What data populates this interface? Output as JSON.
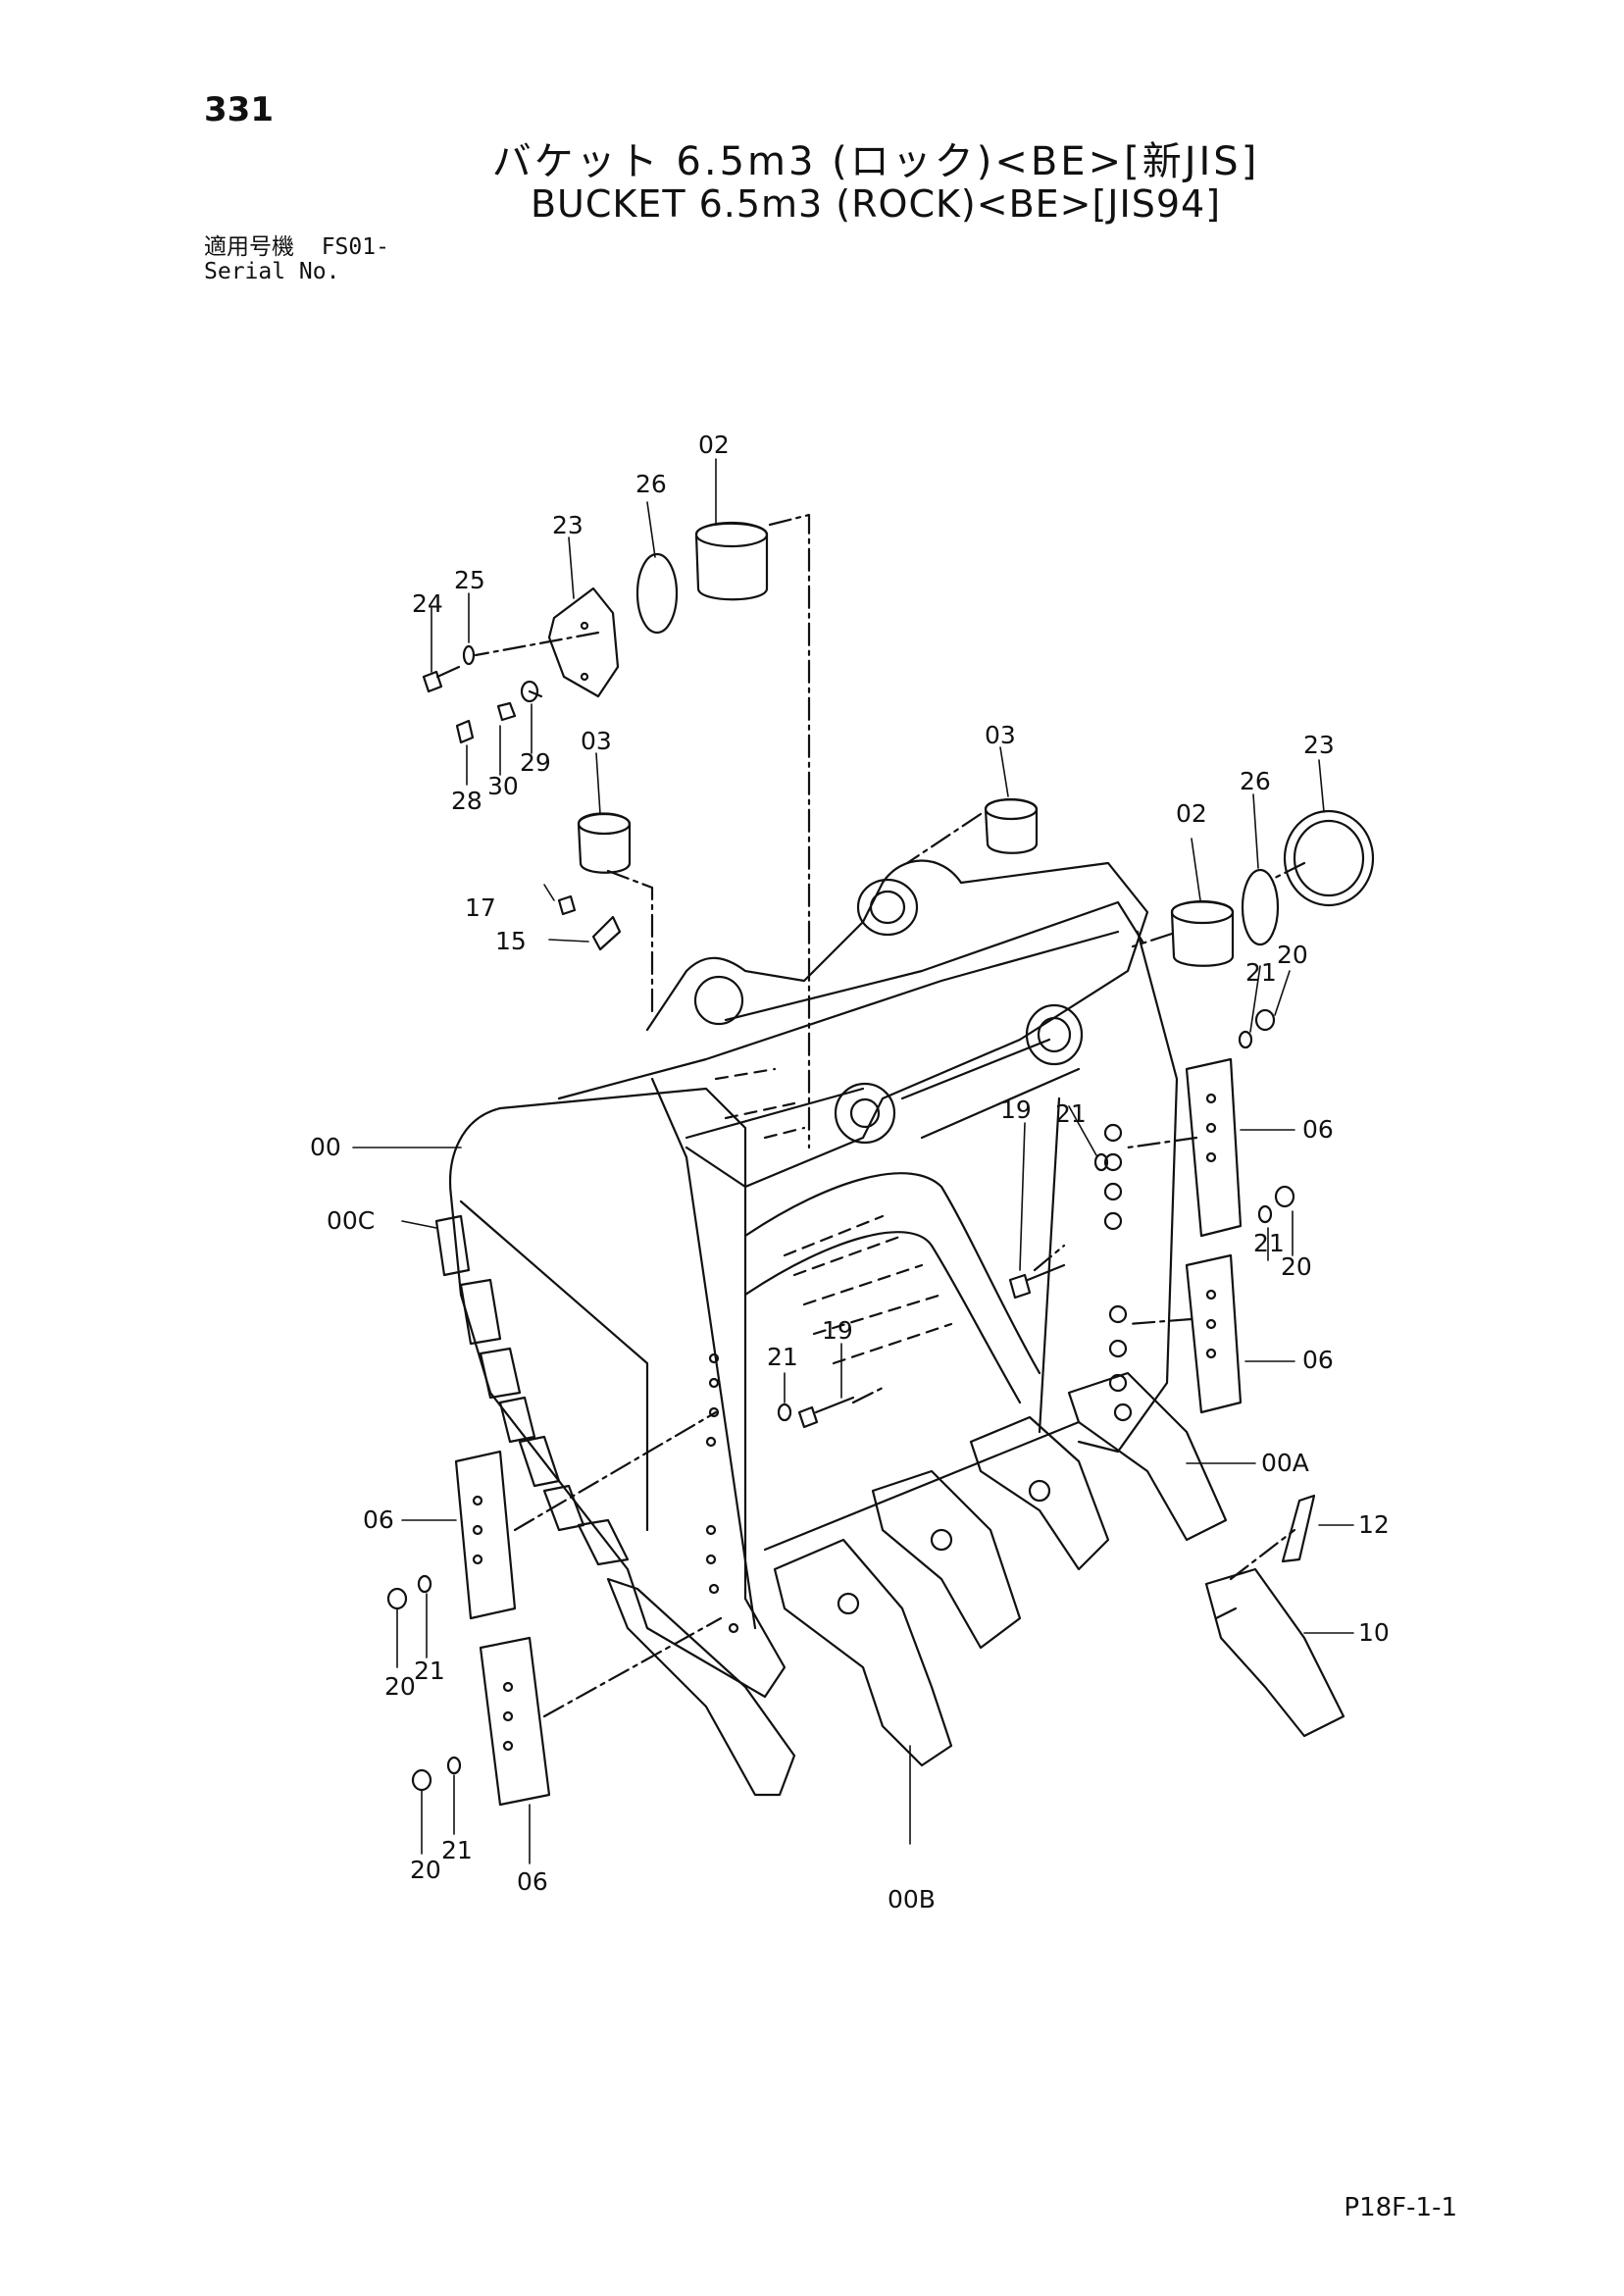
{
  "header": {
    "page_number": "331",
    "title_jp": "バケット 6.5m3 (ロック)<BE>[新JIS]",
    "title_en": "BUCKET 6.5m3 (ROCK)<BE>[JIS94]",
    "serial_label_jp": "適用号機",
    "serial_value": "FS01-",
    "serial_label_en": "Serial No."
  },
  "callouts": {
    "c00": "00",
    "c00A": "00A",
    "c00B": "00B",
    "c00C": "00C",
    "c02a": "02",
    "c02b": "02",
    "c03a": "03",
    "c03b": "03",
    "c06a": "06",
    "c06b": "06",
    "c06c": "06",
    "c06d": "06",
    "c10": "10",
    "c12": "12",
    "c15": "15",
    "c17": "17",
    "c19a": "19",
    "c19b": "19",
    "c20a": "20",
    "c20b": "20",
    "c20c": "20",
    "c20d": "20",
    "c21a": "21",
    "c21b": "21",
    "c21c": "21",
    "c21d": "21",
    "c21e": "21",
    "c21f": "21",
    "c23a": "23",
    "c23b": "23",
    "c24": "24",
    "c25": "25",
    "c26a": "26",
    "c26b": "26",
    "c28": "28",
    "c29": "29",
    "c30": "30"
  },
  "footer": {
    "page_code": "P18F-1-1"
  }
}
